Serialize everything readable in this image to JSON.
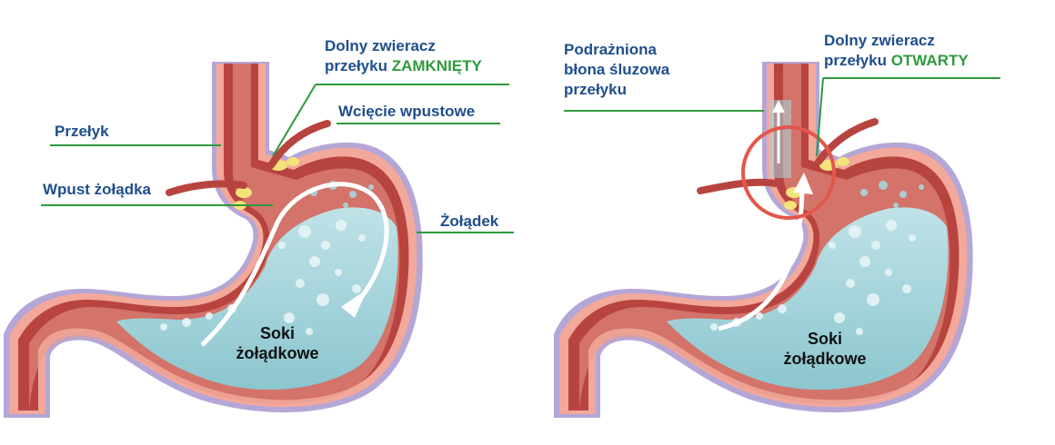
{
  "colors": {
    "label_text": "#1f4e8c",
    "state_closed": "#2f9a3d",
    "state_open": "#2f9a3d",
    "leader_line": "#2f9a3d",
    "stomach_wall": "#b8443f",
    "stomach_outer": "#f2a89a",
    "juice": "#a9d6de",
    "highlight_circle": "#e2574c"
  },
  "left_panel": {
    "les_line1": "Dolny zwieracz",
    "les_line2_prefix": "przełyku ",
    "les_state": "ZAMKNIĘTY",
    "angle_of_his": "Wcięcie wpustowe",
    "esophagus": "Przełyk",
    "cardia": "Wpust żołądka",
    "stomach": "Żołądek",
    "juice_line1": "Soki",
    "juice_line2": "żołądkowe"
  },
  "right_panel": {
    "irritated_line1": "Podrażniona",
    "irritated_line2": "błona śluzowa",
    "irritated_line3": "przełyku",
    "les_line1": "Dolny zwieracz",
    "les_line2_prefix": "przełyku ",
    "les_state": "OTWARTY",
    "juice_line1": "Soki",
    "juice_line2": "żołądkowe"
  }
}
